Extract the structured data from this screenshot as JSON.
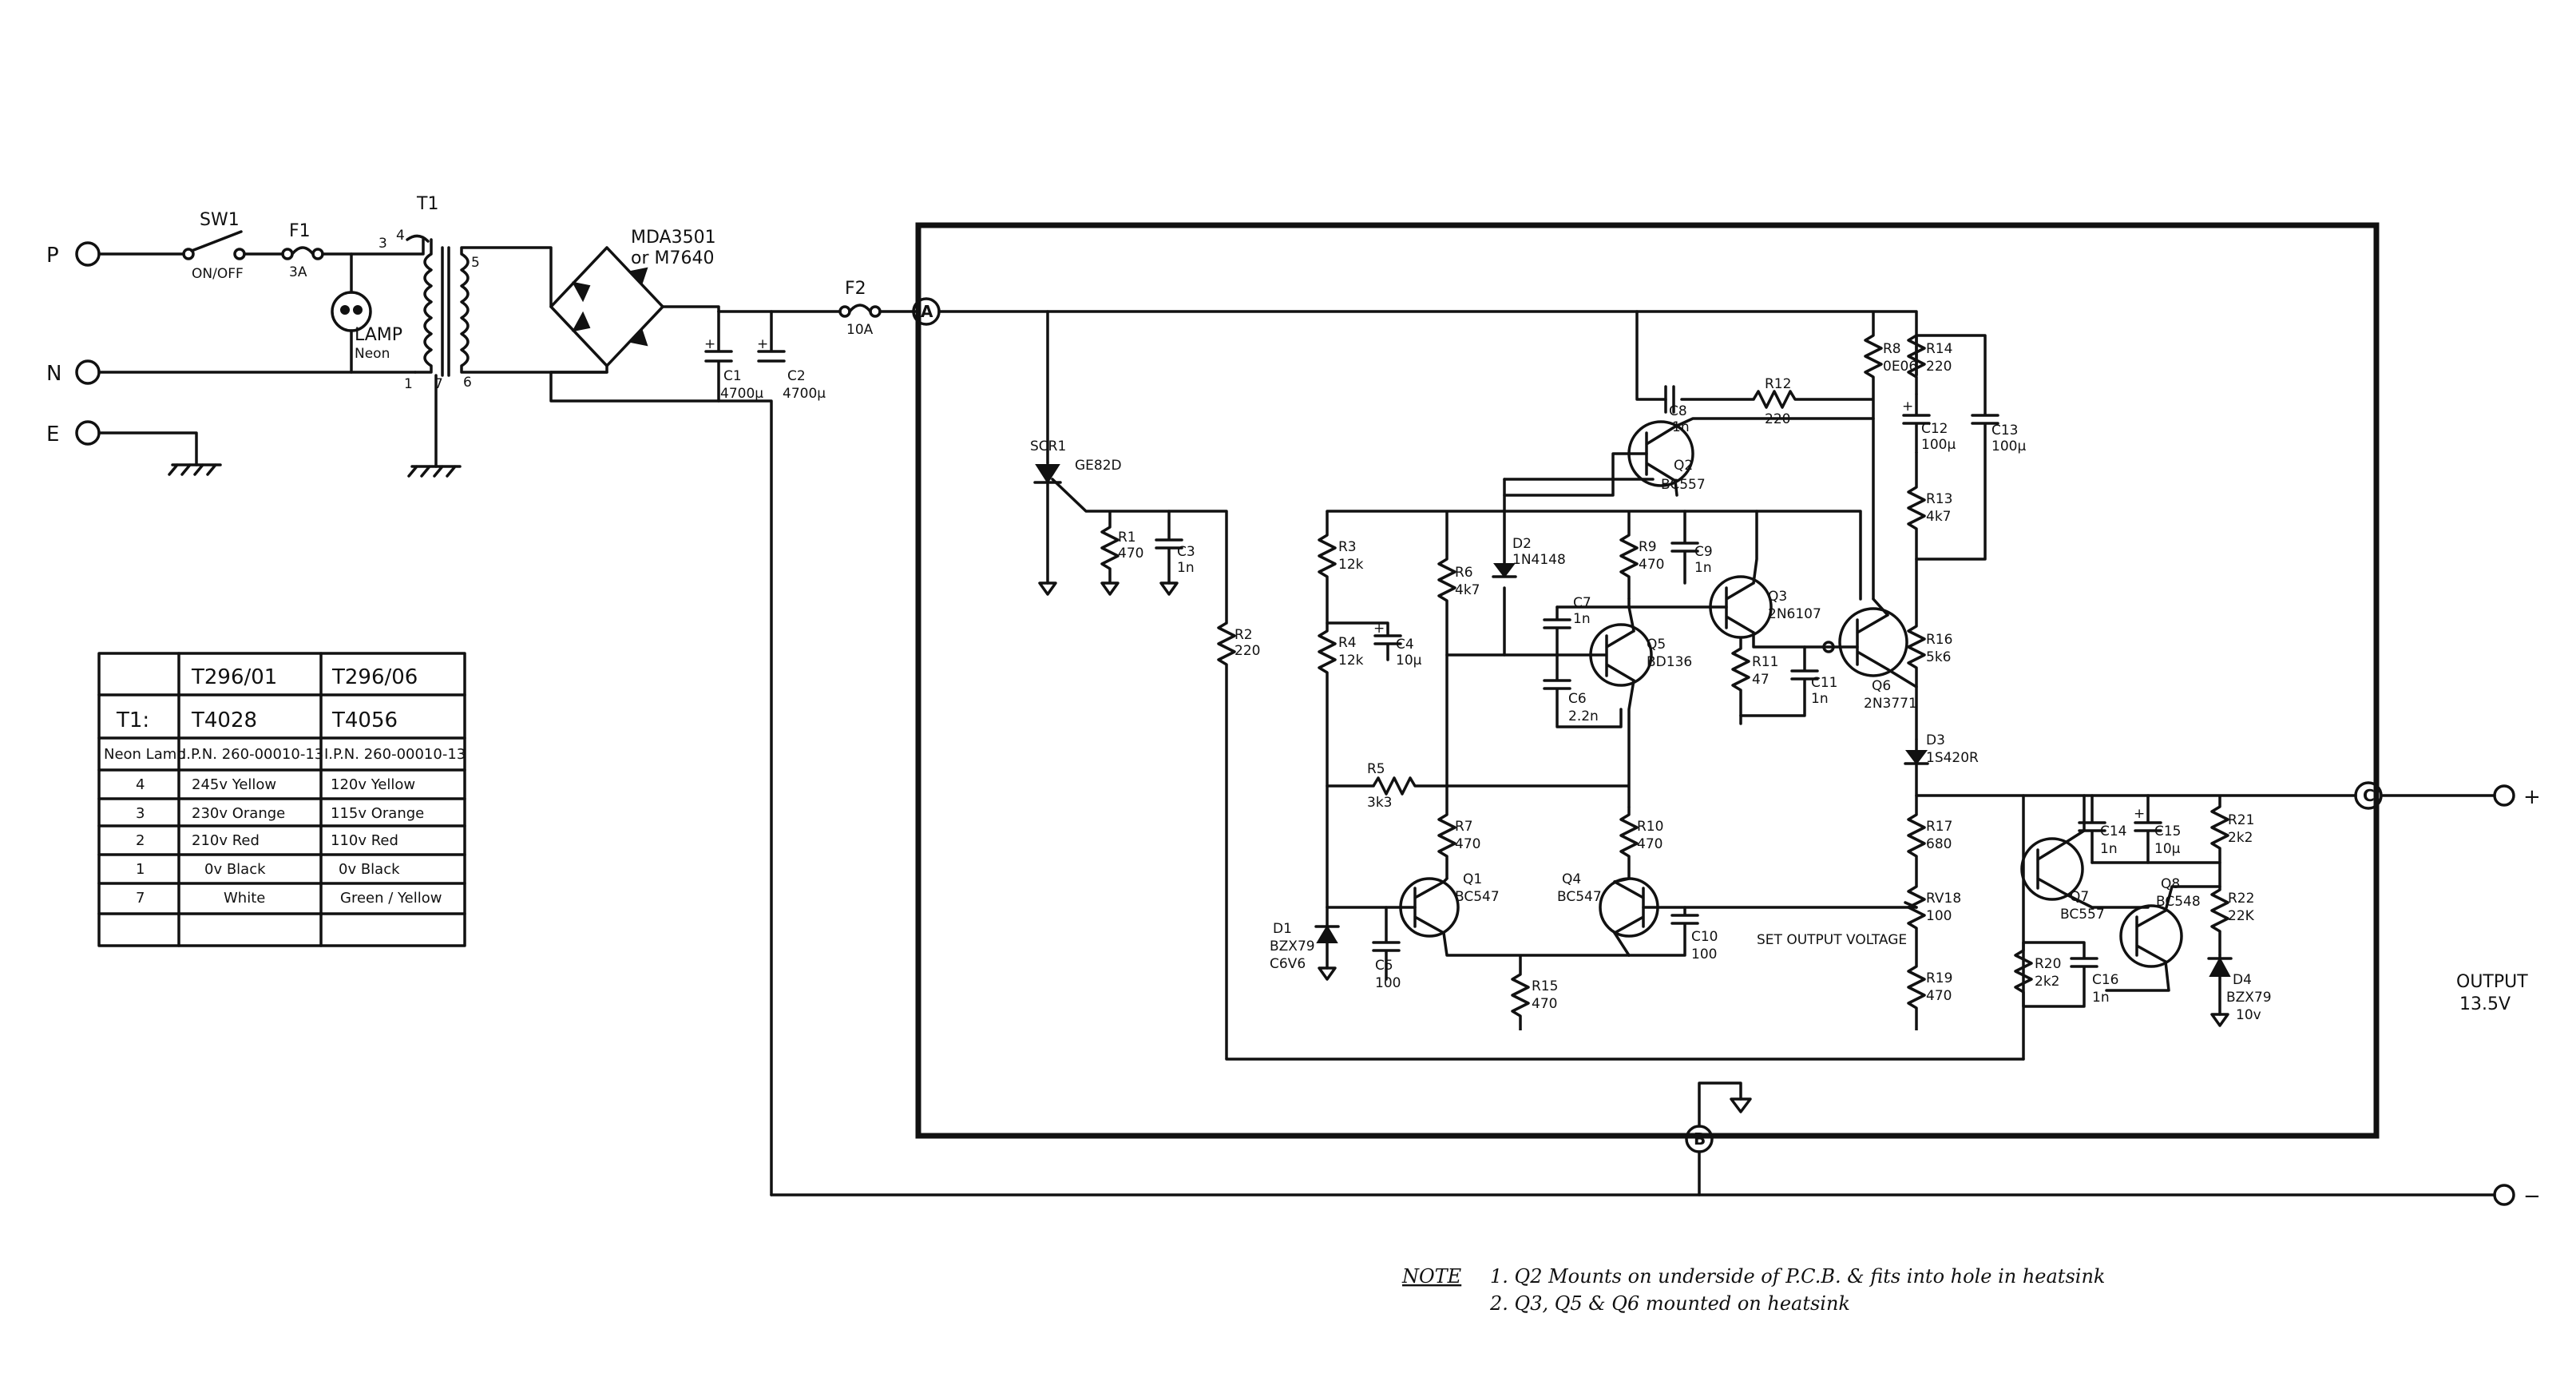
{
  "terminals": {
    "p": "P",
    "n": "N",
    "e": "E",
    "out_pos": "+",
    "out_neg": "−"
  },
  "labels": {
    "sw1": "SW1",
    "sw1_desc": "ON/OFF",
    "f1": "F1",
    "f1_val": "3A",
    "t1": "T1",
    "lamp": "LAMP",
    "lamp_desc": "Neon",
    "pin4": "4",
    "pin3": "3",
    "pin5": "5",
    "pin1": "1",
    "pin7": "7",
    "pin6": "6",
    "bridge": "MDA3501",
    "bridge2": "or M7640",
    "c1": "C1",
    "c1_val": "4700μ",
    "c2": "C2",
    "c2_val": "4700μ",
    "f2": "F2",
    "f2_val": "10A",
    "node_a": "A",
    "node_b": "B",
    "node_c": "C",
    "scr1": "SCR1",
    "scr1_val": "GE82D",
    "r1": "R1",
    "r1_val": "470",
    "c3": "C3",
    "c3_val": "1n",
    "r2": "R2",
    "r2_val": "220",
    "r3": "R3",
    "r3_val": "12k",
    "r4": "R4",
    "r4_val": "12k",
    "c4": "C4",
    "c4_val": "10μ",
    "r6": "R6",
    "r6_val": "4k7",
    "r8": "R8",
    "r8_val": "0E06",
    "r12": "R12",
    "r12_val": "220",
    "c8": "C8",
    "c8_val": "1n",
    "r14": "R14",
    "r14_val": "220",
    "c12": "C12",
    "c12_val": "100μ",
    "c13": "C13",
    "c13_val": "100μ",
    "q2": "Q2",
    "q2_val": "BC557",
    "r13": "R13",
    "r13_val": "4k7",
    "d2": "D2",
    "d2_val": "1N4148",
    "r9": "R9",
    "r9_val": "470",
    "c9": "C9",
    "c9_val": "1n",
    "q3": "Q3",
    "q3_val": "2N6107",
    "c7": "C7",
    "c7_val": "1n",
    "q5": "Q5",
    "q5_val": "BD136",
    "q6": "Q6",
    "q6_val": "2N3771",
    "r11": "R11",
    "r11_val": "47",
    "c11": "C11",
    "c11_val": "1n",
    "c6": "C6",
    "c6_val": "2.2n",
    "r16": "R16",
    "r16_val": "5k6",
    "r5": "R5",
    "r5_val": "3k3",
    "d3": "D3",
    "d3_val": "1S420R",
    "r7": "R7",
    "r7_val": "470",
    "r10": "R10",
    "r10_val": "470",
    "q1": "Q1",
    "q1_val": "BC547",
    "q4": "Q4",
    "q4_val": "BC547",
    "c10": "C10",
    "c10_val": "100",
    "d1": "D1",
    "d1_val": "BZX79",
    "d1_val2": "C6V6",
    "c5": "C5",
    "c5_val": "100",
    "r15": "R15",
    "r15_val": "470",
    "set_output": "SET OUTPUT VOLTAGE",
    "r17": "R17",
    "r17_val": "680",
    "rv18": "RV18",
    "rv18_val": "100",
    "r19": "R19",
    "r19_val": "470",
    "c14": "C14",
    "c14_val": "1n",
    "c15": "C15",
    "c15_val": "10μ",
    "r21": "R21",
    "r21_val": "2k2",
    "q7": "Q7",
    "q7_val": "BC557",
    "q8": "Q8",
    "q8_val": "BC548",
    "r22": "R22",
    "r22_val": "22K",
    "d4": "D4",
    "d4_val": "BZX79",
    "d4_val2": "10v",
    "r20": "R20",
    "r20_val": "2k2",
    "c16": "C16",
    "c16_val": "1n",
    "output": "OUTPUT",
    "output_val": "13.5V"
  },
  "table": {
    "header": [
      "",
      "T296/01",
      "T296/06"
    ],
    "rows": [
      [
        "T1:",
        "T4028",
        "T4056"
      ],
      [
        "Neon Lamp",
        "I.P.N. 260-00010-13",
        "I.P.N. 260-00010-13"
      ],
      [
        "4",
        "245v  Yellow",
        "120v  Yellow"
      ],
      [
        "3",
        "230v  Orange",
        "115v  Orange"
      ],
      [
        "2",
        "210v  Red",
        "110v  Red"
      ],
      [
        "1",
        "0v  Black",
        "0v  Black"
      ],
      [
        "7",
        "White",
        "Green / Yellow"
      ]
    ]
  },
  "note": {
    "title": "NOTE",
    "line1": "1.  Q2 Mounts on underside of P.C.B. & fits into hole in heatsink",
    "line2": "2.  Q3, Q5 & Q6 mounted on heatsink"
  }
}
